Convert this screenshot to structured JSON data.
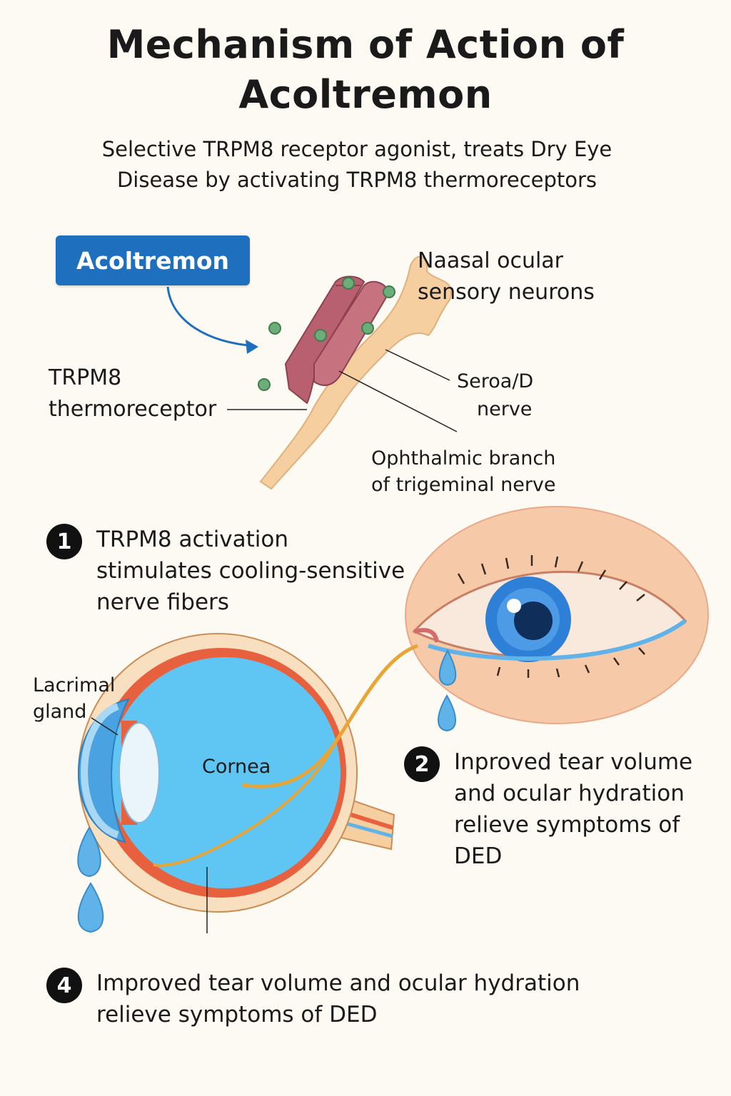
{
  "header": {
    "title_line1": "Mechanism of Action of",
    "title_line2": "Acoltremon",
    "subtitle_line1": "Selective TRPM8 receptor agonist, treats Dry Eye",
    "subtitle_line2": "Disease by activating TRPM8 thermoreceptors"
  },
  "drug": {
    "label": "Acoltremon"
  },
  "labels": {
    "sensory_neurons_line1": "Naasal ocular",
    "sensory_neurons_line2": "sensory neurons",
    "receptor_line1": "TRPM8",
    "receptor_line2": "thermoreceptor",
    "nerve_line1": "Seroa/D",
    "nerve_line2": "nerve",
    "branch_line1": "Ophthalmic branch",
    "branch_line2": "of trigeminal nerve",
    "lacrimal_line1": "Lacrimal",
    "lacrimal_line2": "gland",
    "cornea": "Cornea"
  },
  "steps": [
    {
      "badge": "1",
      "line1": "TRPM8 activation",
      "line2": "stimulates cooling-sensitive",
      "line3": "nerve fibers"
    },
    {
      "badge": "2",
      "line1": "Inproved tear volume",
      "line2": "and ocular hydration",
      "line3": "relieve symptoms of",
      "line4": "DED"
    },
    {
      "badge": "4",
      "line1": "Improved tear volume and ocular hydration",
      "line2": "relieve symptoms of DED"
    }
  ],
  "colors": {
    "drug_box": "#1f6fbf",
    "arrow": "#1f6fbf",
    "receptor": "#b8606f",
    "nerve": "#f5cfa0",
    "molecule": "#6cae7a",
    "eyeball": "#5fc6f3",
    "sclera_ring": "#e8613f",
    "iris": "#2e7fd6",
    "tear": "#5fb3e8",
    "fiber": "#e8a435"
  }
}
